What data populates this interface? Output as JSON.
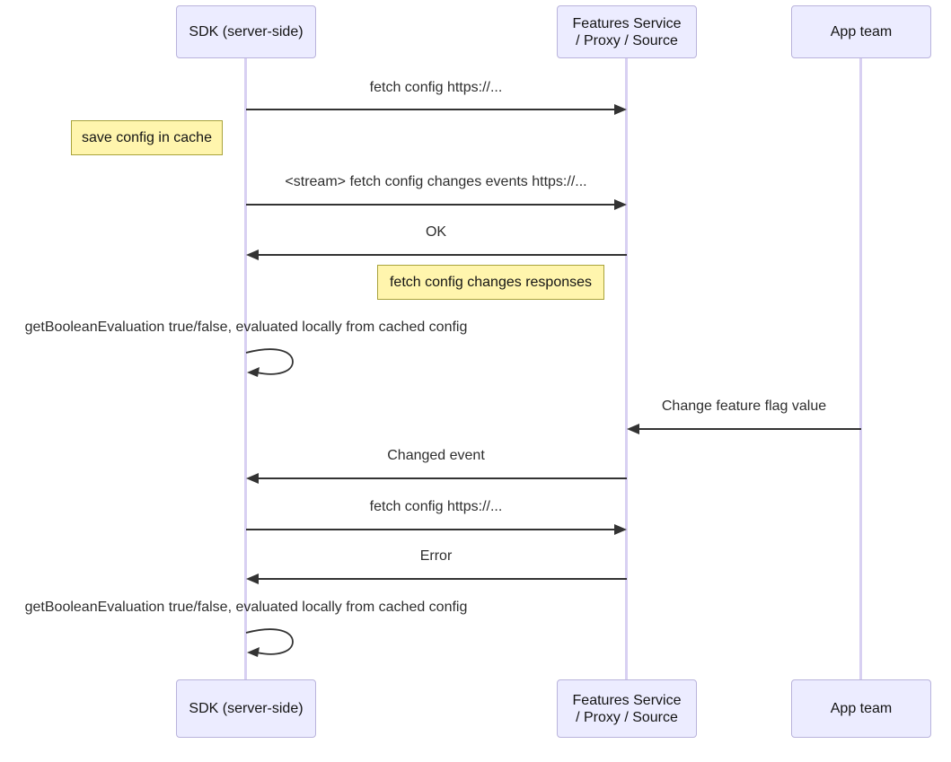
{
  "diagram": {
    "kind": "sequence-diagram",
    "colors": {
      "background": "#ffffff",
      "actor_fill": "#ececff",
      "actor_border": "#b9b3dc",
      "lifeline": "#d8d0f2",
      "note_fill": "#fff5ad",
      "note_border": "#a9a33b",
      "message_line": "#333333",
      "text": "#333333"
    },
    "actors": [
      {
        "id": "sdk",
        "lines": [
          "SDK (server-side)"
        ]
      },
      {
        "id": "features",
        "lines": [
          "Features Service",
          "/ Proxy / Source"
        ]
      },
      {
        "id": "app",
        "lines": [
          "App team"
        ]
      }
    ],
    "messages": [
      {
        "from": "sdk",
        "to": "features",
        "label": "fetch config https://..."
      },
      {
        "from": "sdk",
        "to": "features",
        "label": "<stream> fetch config changes events https://..."
      },
      {
        "from": "features",
        "to": "sdk",
        "label": "OK"
      },
      {
        "from": "app",
        "to": "features",
        "label": "Change feature flag value"
      },
      {
        "from": "features",
        "to": "sdk",
        "label": "Changed event"
      },
      {
        "from": "sdk",
        "to": "features",
        "label": "fetch config https://..."
      },
      {
        "from": "features",
        "to": "sdk",
        "label": "Error"
      }
    ],
    "self_messages": [
      {
        "actor": "sdk",
        "label": "getBooleanEvaluation true/false, evaluated locally from cached config"
      },
      {
        "actor": "sdk",
        "label": "getBooleanEvaluation true/false, evaluated locally from cached config"
      }
    ],
    "notes": [
      {
        "placement": "left-of-sdk",
        "label": "save config in cache"
      },
      {
        "placement": "left-of-features",
        "label": "fetch config changes responses"
      }
    ]
  }
}
